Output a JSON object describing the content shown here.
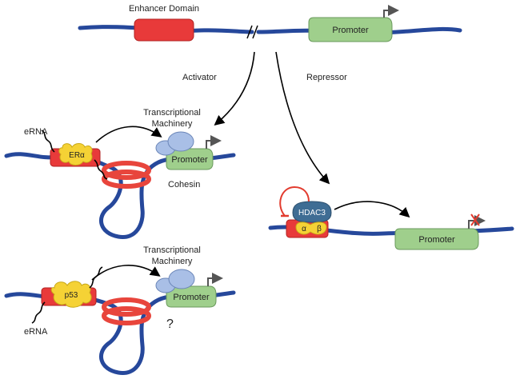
{
  "labels": {
    "enhancer_domain": "Enhancer Domain",
    "promoter": "Promoter",
    "activator": "Activator",
    "repressor": "Repressor",
    "transcriptional_machinery_1": "Transcriptional",
    "transcriptional_machinery_2": "Machinery",
    "erna": "eRNA",
    "er_alpha": "ERα",
    "cohesin": "Cohesin",
    "p53": "p53",
    "hdac3": "HDAC3",
    "alpha": "α",
    "beta": "β",
    "unknown_mark": "?"
  },
  "colors": {
    "dna": "#26489b",
    "enhancer": "#e83a3a",
    "promoter": "#9fcf8c",
    "factor": "#f5d235",
    "cohesin": "#e8453c",
    "machinery": "#a9bfe6",
    "hdac3": "#3f6d94",
    "arrow": "#000000",
    "inhibition": "#e23b2e",
    "tss_arrow": "#555555"
  }
}
